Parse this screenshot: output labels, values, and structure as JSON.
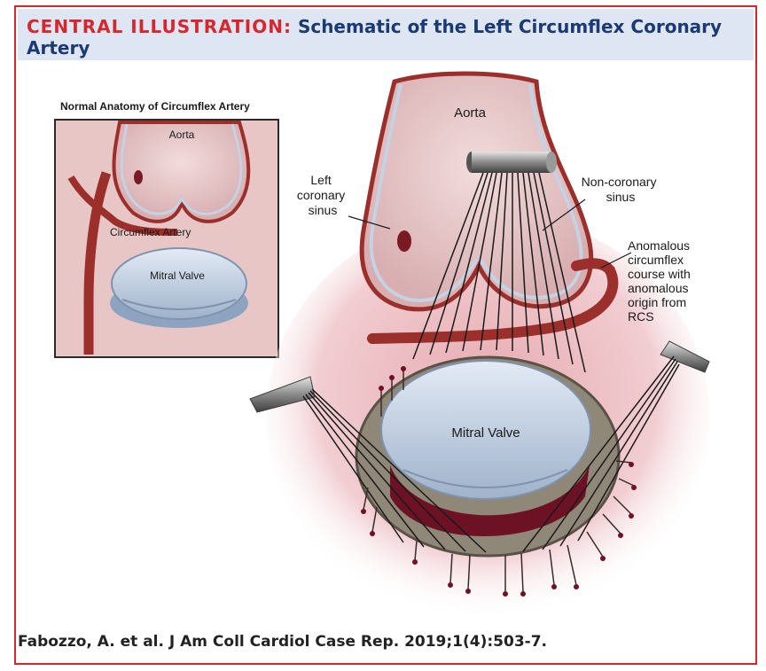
{
  "header": {
    "label": "CENTRAL ILLUSTRATION:",
    "title": "Schematic of the Left Circumflex Coronary Artery"
  },
  "inset": {
    "title": "Normal Anatomy of Circumflex Artery",
    "aorta": "Aorta",
    "artery": "Circumflex Artery",
    "valve": "Mitral Valve"
  },
  "main": {
    "aorta": "Aorta",
    "left_sinus": [
      "Left",
      "coronary",
      "sinus"
    ],
    "non_coronary": [
      "Non-coronary",
      "sinus"
    ],
    "anomalous": [
      "Anomalous",
      "circumflex",
      "course with",
      "anomalous",
      "origin from",
      "RCS"
    ],
    "valve": "Mitral Valve"
  },
  "citation": "Fabozzo, A. et al. J Am Coll Cardiol Case Rep. 2019;1(4):503-7.",
  "colors": {
    "accent_red": "#d7262e",
    "title_blue": "#1b3a73",
    "header_bg": "#dde6f2",
    "tissue": "#e8c4c6",
    "artery": "#9b2f2b",
    "valve": "#b9c8dc",
    "dark_maroon": "#6d1125"
  }
}
